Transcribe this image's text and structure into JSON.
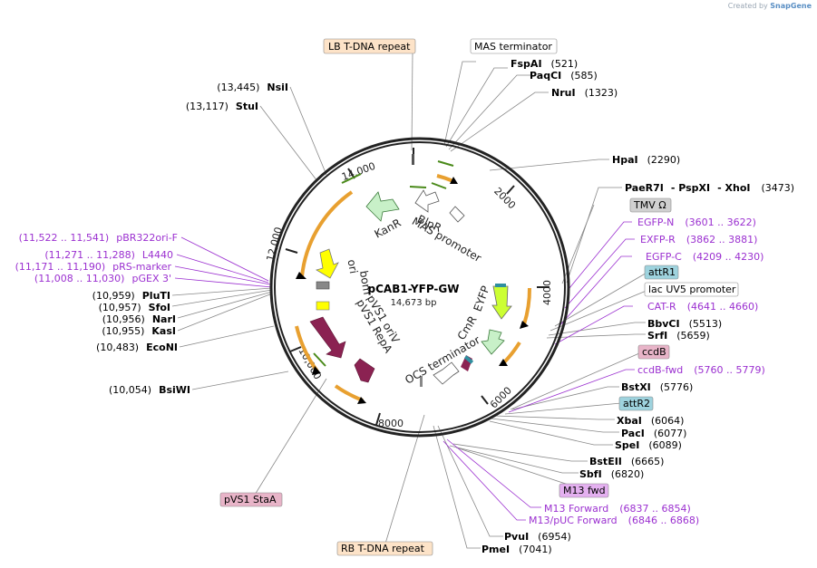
{
  "watermark": {
    "prefix": "Created by",
    "brand": "SnapGene"
  },
  "plasmid": {
    "name": "pCAB1-YFP-GW",
    "size": "14,673 bp"
  },
  "ticks": [
    "2000",
    "4000",
    "6000",
    "8000",
    "10,000",
    "12,000",
    "14,000"
  ],
  "inner_labels": {
    "kanr": "KanR",
    "blpr": "BlpR",
    "mas_promoter": "MAS promoter",
    "ori": "ori",
    "bom": "bom",
    "eyfp": "EYFP",
    "cmr": "CmR",
    "ocs_terminator": "OCS terminator",
    "pvs1_oriv": "pVS1 oriV",
    "pvs1_repa": "pVS1 RepA"
  },
  "boxed": {
    "lb_tdna": "LB T-DNA repeat",
    "mas_terminator": "MAS terminator",
    "tmv": "TMV Ω",
    "attr1": "attR1",
    "lac_uv5": "lac UV5 promoter",
    "ccdb": "ccdB",
    "attr2": "attR2",
    "m13_fwd": "M13 fwd",
    "pvs1_sta": "pVS1 StaA",
    "rb_tdna": "RB T-DNA repeat"
  },
  "sites": {
    "fspai": {
      "name": "FspAI",
      "pos": "(521)"
    },
    "paqci": {
      "name": "PaqCI",
      "pos": "(585)"
    },
    "nrui": {
      "name": "NruI",
      "pos": "(1323)"
    },
    "hpai": {
      "name": "HpaI",
      "pos": "(2290)"
    },
    "paer7i": {
      "name": "PaeR7I",
      "name2": "- PspXI",
      "name3": "- XhoI",
      "pos": "(3473)"
    },
    "bbvci": {
      "name": "BbvCI",
      "pos": "(5513)"
    },
    "srfi": {
      "name": "SrfI",
      "pos": "(5659)"
    },
    "bstxi": {
      "name": "BstXI",
      "pos": "(5776)"
    },
    "xbai": {
      "name": "XbaI",
      "pos": "(6064)"
    },
    "paci": {
      "name": "PacI",
      "pos": "(6077)"
    },
    "spei": {
      "name": "SpeI",
      "pos": "(6089)"
    },
    "bsteii": {
      "name": "BstEII",
      "pos": "(6665)"
    },
    "sbfi": {
      "name": "SbfI",
      "pos": "(6820)"
    },
    "pvui": {
      "name": "PvuI",
      "pos": "(6954)"
    },
    "pmei": {
      "name": "PmeI",
      "pos": "(7041)"
    },
    "nsii": {
      "name": "NsiI",
      "pos": "(13,445)"
    },
    "stui": {
      "name": "StuI",
      "pos": "(13,117)"
    },
    "pluti": {
      "name": "PluTI",
      "pos": "(10,959)"
    },
    "sfoi": {
      "name": "SfoI",
      "pos": "(10,957)"
    },
    "nari": {
      "name": "NarI",
      "pos": "(10,956)"
    },
    "kasi": {
      "name": "KasI",
      "pos": "(10,955)"
    },
    "econi": {
      "name": "EcoNI",
      "pos": "(10,483)"
    },
    "bsiwi": {
      "name": "BsiWI",
      "pos": "(10,054)"
    }
  },
  "primers": {
    "egfp_n": {
      "name": "EGFP-N",
      "range": "(3601 .. 3622)"
    },
    "exfp_r": {
      "name": "EXFP-R",
      "range": "(3862 .. 3881)"
    },
    "egfp_c": {
      "name": "EGFP-C",
      "range": "(4209 .. 4230)"
    },
    "cat_r": {
      "name": "CAT-R",
      "range": "(4641 .. 4660)"
    },
    "ccdb_fwd": {
      "name": "ccdB-fwd",
      "range": "(5760 .. 5779)"
    },
    "m13_forward": {
      "name": "M13 Forward",
      "range": "(6837 .. 6854)"
    },
    "m13_puc": {
      "name": "M13/pUC Forward",
      "range": "(6846 .. 6868)"
    },
    "pbr322": {
      "name": "pBR322ori-F",
      "range": "(11,522 .. 11,541)"
    },
    "l4440": {
      "name": "L4440",
      "range": "(11,271 .. 11,288)"
    },
    "prs_marker": {
      "name": "pRS-marker",
      "range": "(11,171 .. 11,190)"
    },
    "pgex3": {
      "name": "pGEX 3'",
      "range": "(11,008 .. 11,030)"
    }
  },
  "colors": {
    "ring": "#222222",
    "primer": "#9b30d0",
    "orf": "#e8a030",
    "kanr": "#c8f0c8",
    "ori": "#ffff00",
    "repa": "#8b2252",
    "boxed_feature": "#fde3c8",
    "attr": "#9ed3de",
    "ccdb": "#e8b4c8",
    "m13_box": "#e4b0f0",
    "tmv_box": "#d0d0d0"
  }
}
